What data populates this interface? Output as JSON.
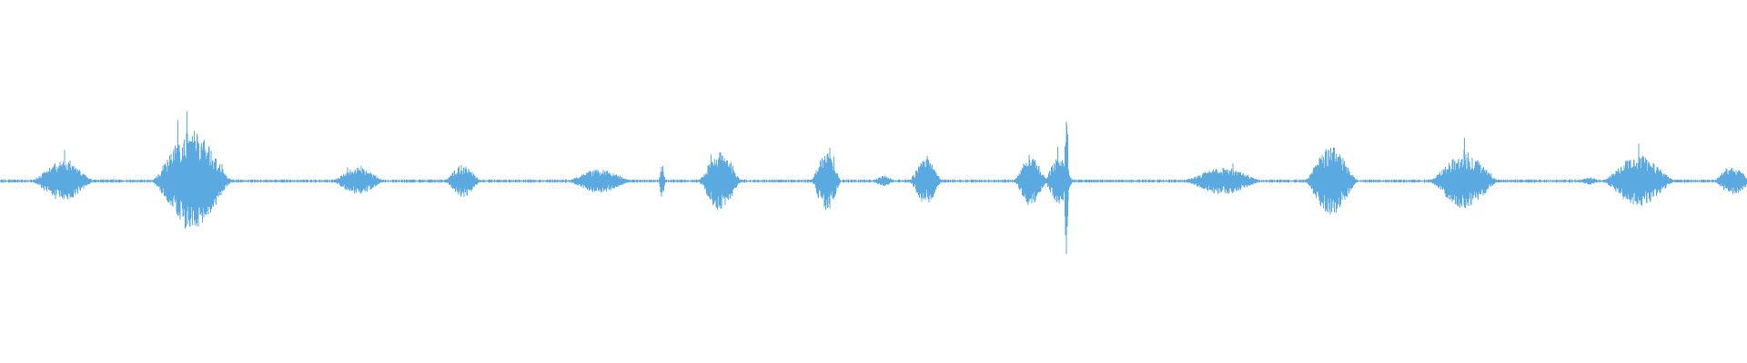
{
  "waveform": {
    "color": "#5aa9e0",
    "baseline_color": "#5aa9e0",
    "segments": [
      {
        "center": 0.036,
        "half_width": 0.019,
        "amp": 0.11,
        "seed": 11
      },
      {
        "center": 0.11,
        "half_width": 0.024,
        "amp": 0.28,
        "seed": 23
      },
      {
        "center": 0.205,
        "half_width": 0.016,
        "amp": 0.075,
        "seed": 37
      },
      {
        "center": 0.265,
        "half_width": 0.011,
        "amp": 0.09,
        "seed": 41
      },
      {
        "center": 0.343,
        "half_width": 0.02,
        "amp": 0.065,
        "seed": 53
      },
      {
        "center": 0.379,
        "half_width": 0.002,
        "amp": 0.1,
        "seed": 61
      },
      {
        "center": 0.412,
        "half_width": 0.013,
        "amp": 0.16,
        "seed": 67
      },
      {
        "center": 0.473,
        "half_width": 0.009,
        "amp": 0.17,
        "seed": 71
      },
      {
        "center": 0.506,
        "half_width": 0.007,
        "amp": 0.03,
        "seed": 79
      },
      {
        "center": 0.53,
        "half_width": 0.01,
        "amp": 0.13,
        "seed": 83
      },
      {
        "center": 0.59,
        "half_width": 0.01,
        "amp": 0.14,
        "seed": 89
      },
      {
        "center": 0.606,
        "half_width": 0.009,
        "amp": 0.13,
        "seed": 97
      },
      {
        "center": 0.6105,
        "half_width": 0.0015,
        "amp": 0.45,
        "seed": 101
      },
      {
        "center": 0.7,
        "half_width": 0.024,
        "amp": 0.075,
        "seed": 103
      },
      {
        "center": 0.762,
        "half_width": 0.016,
        "amp": 0.19,
        "seed": 107
      },
      {
        "center": 0.838,
        "half_width": 0.021,
        "amp": 0.15,
        "seed": 109
      },
      {
        "center": 0.91,
        "half_width": 0.007,
        "amp": 0.02,
        "seed": 113
      },
      {
        "center": 0.938,
        "half_width": 0.022,
        "amp": 0.14,
        "seed": 127
      },
      {
        "center": 0.992,
        "half_width": 0.012,
        "amp": 0.075,
        "seed": 131
      }
    ]
  }
}
